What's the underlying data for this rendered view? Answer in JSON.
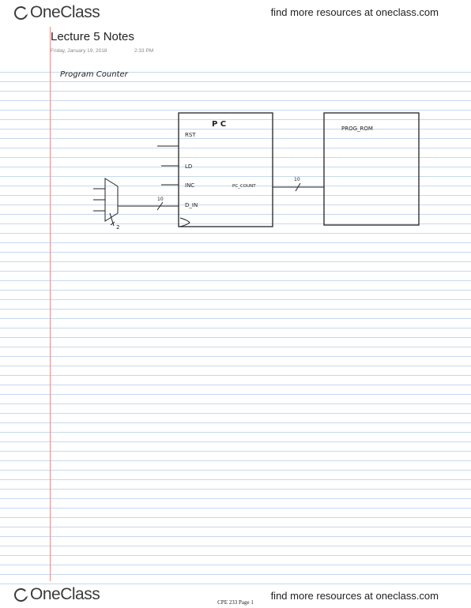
{
  "header": {
    "brand": "OneClass",
    "tagline": "find more resources at oneclass.com"
  },
  "note": {
    "title": "Lecture 5 Notes",
    "date": "Friday, January 19, 2018",
    "time": "2:33 PM",
    "heading": "Program Counter"
  },
  "diagram": {
    "pc_box": {
      "title": "P C",
      "inputs": [
        "RST",
        "LD",
        "INC",
        "D_IN"
      ],
      "output": "PC_COUNT"
    },
    "rom_box": {
      "title": "PROG_ROM"
    },
    "bus_width_in": "10",
    "bus_width_out": "10",
    "mux_select": "2"
  },
  "footer": {
    "brand": "OneClass",
    "tagline": "find more resources at oneclass.com",
    "page_label": "CPE 233 Page 1"
  }
}
